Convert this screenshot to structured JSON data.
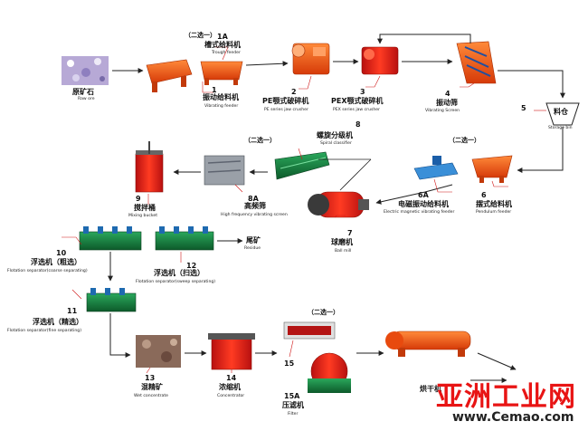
{
  "diagram": {
    "steps": [
      {
        "id": "raw_ore",
        "cn": "原矿石",
        "en": "Raw ore"
      },
      {
        "id": "s1A",
        "num": "1A",
        "cn": "槽式给料机",
        "en": "Trough feeder",
        "choice": "（二选一）"
      },
      {
        "id": "s1",
        "num": "1",
        "cn": "振动给料机",
        "en": "Vibrating feeder"
      },
      {
        "id": "s2",
        "num": "2",
        "cn": "PE颚式破碎机",
        "en": "PE series jaw crusher"
      },
      {
        "id": "s3",
        "num": "3",
        "cn": "PEX颚式破碎机",
        "en": "PEX series jaw crusher"
      },
      {
        "id": "s8top",
        "num": "8"
      },
      {
        "id": "s4",
        "num": "4",
        "cn": "振动筛",
        "en": "Vibrating Screen"
      },
      {
        "id": "s5",
        "num": "5",
        "cn": "料仓",
        "en": "Storage bin"
      },
      {
        "id": "spiral",
        "cn": "螺旋分级机",
        "en": "Spiral classifier"
      },
      {
        "id": "s8A",
        "num": "8A",
        "cn": "高频筛",
        "en": "High frequency vibrating screen",
        "choice": "（二选一）"
      },
      {
        "id": "s9",
        "num": "9",
        "cn": "搅拌桶",
        "en": "Mixing bucket"
      },
      {
        "id": "s7",
        "num": "7",
        "cn": "球磨机",
        "en": "Ball mill"
      },
      {
        "id": "s6A",
        "num": "6A",
        "cn": "电磁振动给料机",
        "en": "Electric magnetic vibrating feeder",
        "choice": "（二选一）"
      },
      {
        "id": "s6",
        "num": "6",
        "cn": "摆式给料机",
        "en": "Pendulum feeder"
      },
      {
        "id": "s10",
        "num": "10",
        "cn": "浮选机（粗选）",
        "en": "Flotation separator(coarse separating)"
      },
      {
        "id": "residue",
        "cn": "尾矿",
        "en": "Residue"
      },
      {
        "id": "s12",
        "num": "12",
        "cn": "浮选机（扫选）",
        "en": "Flotation separator(sweep separating)"
      },
      {
        "id": "s11",
        "num": "11",
        "cn": "浮选机（精选）",
        "en": "Flotation separator(fine separating)"
      },
      {
        "id": "s13",
        "num": "13",
        "cn": "混精矿",
        "en": "Wet concentrate"
      },
      {
        "id": "s14",
        "num": "14",
        "cn": "浓缩机",
        "en": "Concentrator"
      },
      {
        "id": "s15",
        "num": "15",
        "choice": "（二选一）"
      },
      {
        "id": "s15A",
        "num": "15A",
        "cn": "压滤机",
        "en": "Filter"
      },
      {
        "id": "s_dryer",
        "cn": "烘干机"
      },
      {
        "id": "s_end"
      }
    ]
  },
  "watermark": {
    "cn": "亚洲工业网",
    "url": "www.Cemao.com"
  },
  "colors": {
    "machine_orange": "#f05a14",
    "machine_red": "#e2231a",
    "arrow": "#222222",
    "leader": "#d01818",
    "watermark_red": "#e81414"
  }
}
